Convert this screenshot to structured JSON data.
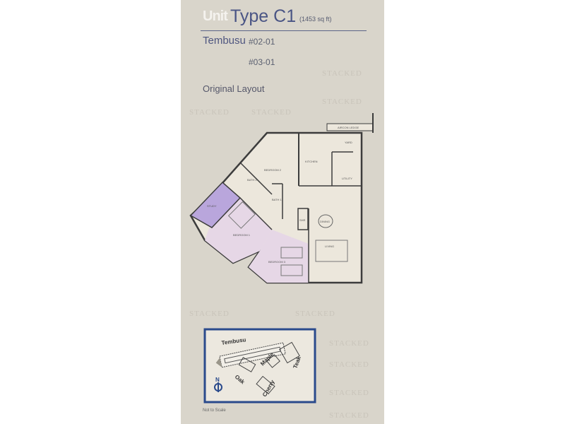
{
  "header": {
    "unit_word": "Unit",
    "title": "Type C1",
    "area": "(1453 sq ft)",
    "block": "Tembusu",
    "units": [
      "#02-01",
      "#03-01"
    ],
    "layout_label": "Original Layout"
  },
  "floor_plan": {
    "rooms": [
      "AIRCON LEDGE",
      "YARD",
      "KITCHEN",
      "UTILITY",
      "BEDROOM 2",
      "BATH 2",
      "BATH 1",
      "STUDY",
      "BEDROOM 1",
      "BEDROOM 3",
      "DINING",
      "LIVING",
      "SHR"
    ],
    "colors": {
      "study": "#b9a6dc",
      "bedrooms": "#e6d7e6",
      "walls": "#3c3c3c",
      "floor": "#ece7dc"
    }
  },
  "site_plan": {
    "blocks": [
      "Tembusu",
      "Maple",
      "Teak",
      "Oak",
      "Cherry"
    ],
    "north_label": "N",
    "border_color": "#2a4a8c",
    "note": "Not to Scale"
  },
  "watermark": "STACKED"
}
